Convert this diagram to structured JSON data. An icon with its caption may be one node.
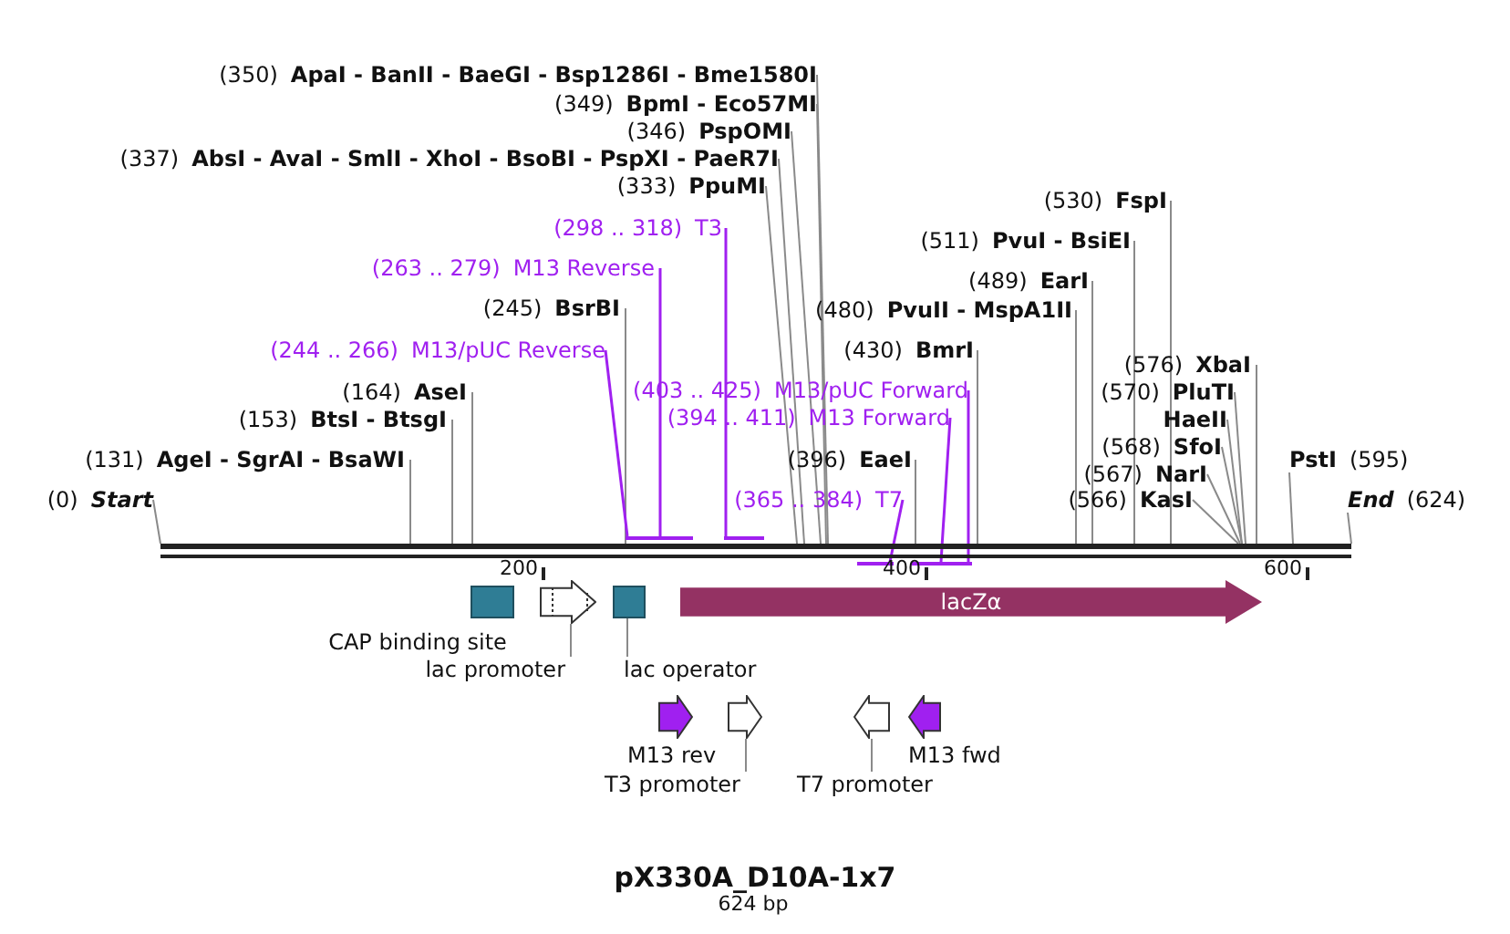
{
  "diagram": {
    "title": "pX330A_D10A-1x7",
    "caption": "624 bp",
    "nodes": [
      {
        "text": [
          "(350)",
          "ApaI - BanII - BaeGI - Bsp1286I - Bme1580I"
        ]
      },
      {
        "text": [
          "(349)",
          "BpmI - Eco57MI"
        ]
      },
      {
        "text": [
          "(346)",
          "PspOMI"
        ]
      },
      {
        "text": [
          "(337)",
          "AbsI - AvaI - SmlI - XhoI - BsoBI - PspXI - PaeR7I"
        ]
      },
      {
        "text": [
          "(333)",
          "PpuMI"
        ]
      },
      {
        "text": [
          "(298 .. 318)",
          "T3"
        ]
      },
      {
        "text": [
          "(530)",
          "FspI"
        ]
      },
      {
        "text": [
          "(263 .. 279)",
          "M13 Reverse"
        ]
      },
      {
        "text": [
          "(511)",
          "PvuI - BsiEI"
        ]
      },
      {
        "text": [
          "(489)",
          "EarI"
        ]
      },
      {
        "text": [
          "(245)",
          "BsrBI"
        ]
      },
      {
        "text": [
          "(480)",
          "PvuII - MspA1II"
        ]
      },
      {
        "text": [
          "(244 .. 266)",
          "M13/pUC Reverse"
        ]
      },
      {
        "text": [
          "(430)",
          "BmrI"
        ]
      },
      {
        "text": [
          "(576)",
          "XbaI"
        ]
      },
      {
        "text": [
          "(164)",
          "AseI"
        ]
      },
      {
        "text": [
          "(403 .. 425)",
          "M13/pUC Forward"
        ]
      },
      {
        "text": [
          "(570)",
          "PluTI"
        ]
      },
      {
        "text": [
          "(153)",
          "BtsI - BtsgI"
        ]
      },
      {
        "text": [
          "(394 .. 411)",
          "M13 Forward"
        ]
      },
      {
        "text": [
          "HaeII"
        ]
      },
      {
        "text": [
          "(568)",
          "SfoI"
        ]
      },
      {
        "text": [
          "(131)",
          "AgeI - SgrAI - BsaWI"
        ]
      },
      {
        "text": [
          "(396)",
          "EaeI"
        ]
      },
      {
        "text": [
          "PstI",
          "(595)"
        ]
      },
      {
        "text": [
          "(567)",
          "NarI"
        ]
      },
      {
        "text": [
          "(0)",
          "Start"
        ]
      },
      {
        "text": [
          "(365 .. 384)",
          "T7"
        ]
      },
      {
        "text": [
          "(566)",
          "KasI"
        ]
      },
      {
        "text": [
          "End",
          "(624)"
        ]
      },
      {
        "text": [],
        "shape": "bar"
      },
      {
        "text": [],
        "shape": "bar"
      },
      {
        "text": [],
        "shape": "bar"
      },
      {
        "text": [],
        "shape": "bar"
      },
      {
        "text": [],
        "shape": "bar"
      },
      {
        "text": [],
        "shape": "bar"
      },
      {
        "text": [],
        "shape": "bar"
      },
      {
        "text": [],
        "shape": "box",
        "beside": [
          "CAP binding site"
        ]
      },
      {
        "text": [],
        "shape": "arrow"
      },
      {
        "text": [],
        "shape": "box"
      },
      {
        "text": [
          "lacZα"
        ]
      },
      {
        "text": [
          "lac promoter"
        ]
      },
      {
        "text": [
          "lac operator"
        ]
      },
      {
        "text": [],
        "shape": "arrow",
        "beside": [
          "M13 rev"
        ]
      },
      {
        "text": [],
        "shape": "arrow"
      },
      {
        "text": [],
        "shape": "arrow"
      },
      {
        "text": [],
        "shape": "arrow",
        "beside": [
          "M13 fwd"
        ]
      },
      {
        "text": [
          "T3 promoter"
        ]
      },
      {
        "text": [
          "T7 promoter"
        ]
      }
    ],
    "edges": [
      {
        "from": 0,
        "to": 30,
        "arrow": "none"
      },
      {
        "from": 1,
        "to": 30,
        "arrow": "none"
      },
      {
        "from": 2,
        "to": 30,
        "arrow": "none"
      },
      {
        "from": 3,
        "to": 30,
        "arrow": "none"
      },
      {
        "from": 4,
        "to": 30,
        "arrow": "none"
      },
      {
        "from": 5,
        "to": 33,
        "arrow": "none",
        "color": "#a020f0"
      },
      {
        "from": 6,
        "to": 30,
        "arrow": "none"
      },
      {
        "from": 7,
        "to": 32,
        "arrow": "none",
        "color": "#a020f0"
      },
      {
        "from": 8,
        "to": 30,
        "arrow": "none"
      },
      {
        "from": 9,
        "to": 30,
        "arrow": "none"
      },
      {
        "from": 10,
        "to": 30,
        "arrow": "none"
      },
      {
        "from": 11,
        "to": 30,
        "arrow": "none"
      },
      {
        "from": 12,
        "to": 31,
        "arrow": "none",
        "color": "#a020f0"
      },
      {
        "from": 13,
        "to": 30,
        "arrow": "none"
      },
      {
        "from": 14,
        "to": 30,
        "arrow": "none"
      },
      {
        "from": 15,
        "to": 30,
        "arrow": "none"
      },
      {
        "from": 16,
        "to": 36,
        "arrow": "none",
        "color": "#a020f0"
      },
      {
        "from": 17,
        "to": 30,
        "arrow": "none"
      },
      {
        "from": 18,
        "to": 30,
        "arrow": "none"
      },
      {
        "from": 19,
        "to": 35,
        "arrow": "none",
        "color": "#a020f0"
      },
      {
        "from": 20,
        "to": 30,
        "arrow": "none"
      },
      {
        "from": 21,
        "to": 30,
        "arrow": "none"
      },
      {
        "from": 22,
        "to": 30,
        "arrow": "none"
      },
      {
        "from": 23,
        "to": 30,
        "arrow": "none"
      },
      {
        "from": 24,
        "to": 30,
        "arrow": "none"
      },
      {
        "from": 25,
        "to": 30,
        "arrow": "none"
      },
      {
        "from": 26,
        "to": 30,
        "arrow": "none"
      },
      {
        "from": 27,
        "to": 34,
        "arrow": "none",
        "color": "#a020f0"
      },
      {
        "from": 28,
        "to": 30,
        "arrow": "none"
      },
      {
        "from": 29,
        "to": 30,
        "arrow": "none"
      },
      {
        "from": 41,
        "to": 38,
        "arrow": "none"
      },
      {
        "from": 42,
        "to": 39,
        "arrow": "none"
      },
      {
        "from": 47,
        "to": 44,
        "arrow": "none"
      },
      {
        "from": 48,
        "to": 45,
        "arrow": "none"
      }
    ],
    "labels": [
      "200",
      "400",
      "600"
    ]
  }
}
